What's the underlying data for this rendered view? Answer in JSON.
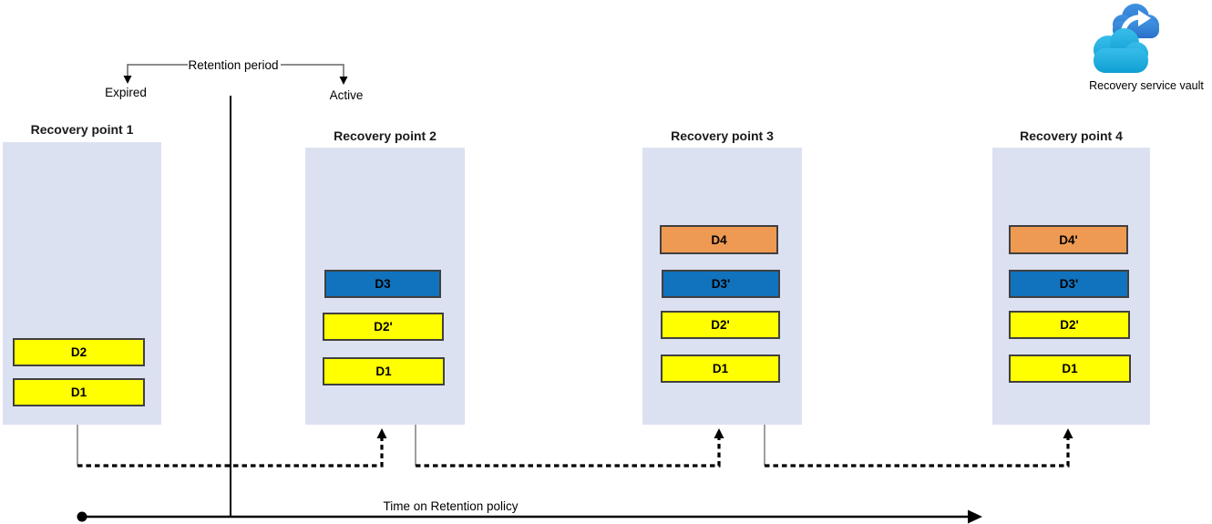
{
  "header": {
    "retention_period_label": "Retention period",
    "expired_label": "Expired",
    "active_label": "Active"
  },
  "vault": {
    "label": "Recovery service vault"
  },
  "timeline": {
    "label": "Time on Retention policy"
  },
  "colors": {
    "yellow": "#FFFF00",
    "blue": "#1173BE",
    "orange": "#EE9A52",
    "box_background": "#DCE1F2",
    "block_border": "#404040"
  },
  "recovery_points": [
    {
      "title": "Recovery point 1",
      "blocks": [
        {
          "label": "D2",
          "color": "yellow"
        },
        {
          "label": "D1",
          "color": "yellow"
        }
      ]
    },
    {
      "title": "Recovery point 2",
      "blocks": [
        {
          "label": "D3",
          "color": "blue"
        },
        {
          "label": "D2'",
          "color": "yellow"
        },
        {
          "label": "D1",
          "color": "yellow"
        }
      ]
    },
    {
      "title": "Recovery point 3",
      "blocks": [
        {
          "label": "D4",
          "color": "orange"
        },
        {
          "label": "D3'",
          "color": "blue"
        },
        {
          "label": "D2'",
          "color": "yellow"
        },
        {
          "label": "D1",
          "color": "yellow"
        }
      ]
    },
    {
      "title": "Recovery point 4",
      "blocks": [
        {
          "label": "D4'",
          "color": "orange"
        },
        {
          "label": "D3'",
          "color": "blue"
        },
        {
          "label": "D2'",
          "color": "yellow"
        },
        {
          "label": "D1",
          "color": "yellow"
        }
      ]
    }
  ]
}
